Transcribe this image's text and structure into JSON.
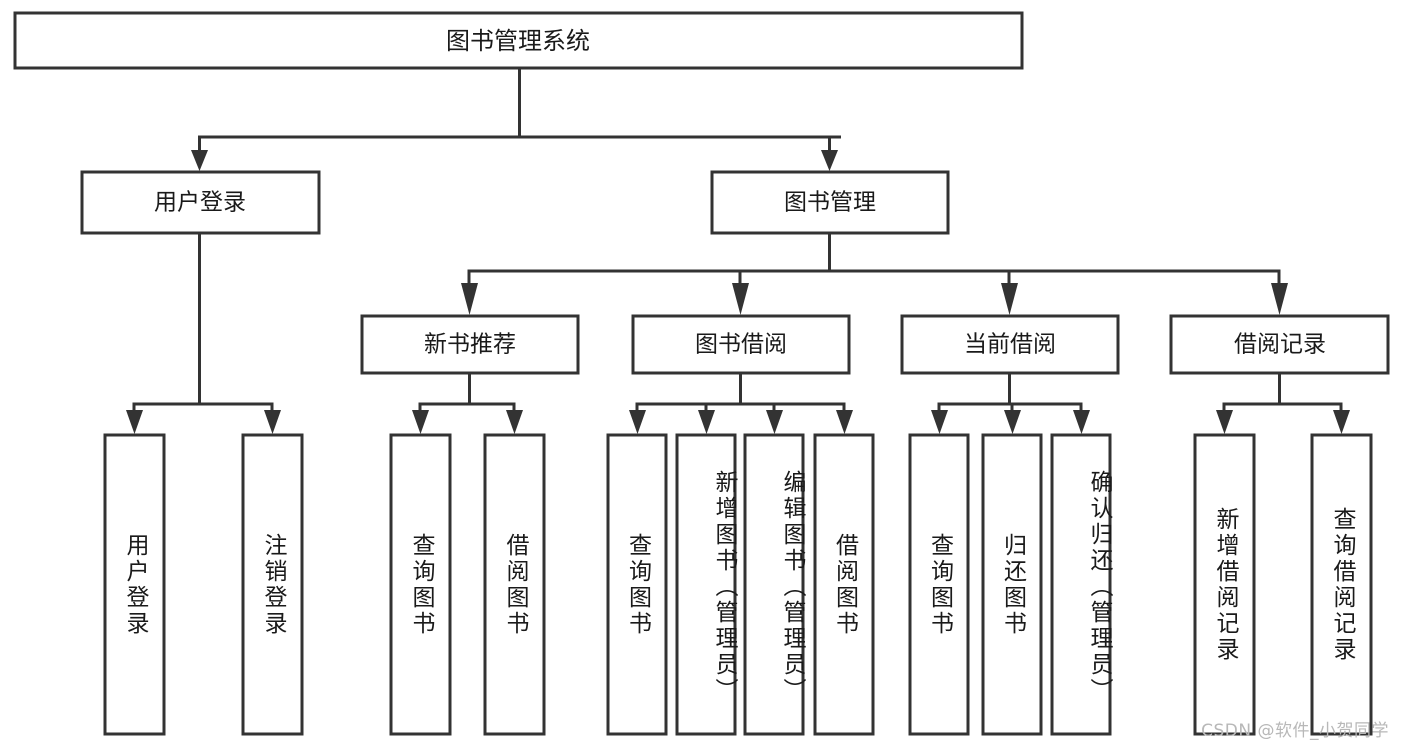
{
  "diagram": {
    "type": "tree",
    "title": "图书管理系统",
    "root": {
      "id": "root",
      "label": "图书管理系统",
      "orientation": "horizontal"
    },
    "level2": [
      {
        "id": "user-login",
        "label": "用户登录",
        "orientation": "horizontal"
      },
      {
        "id": "book-manage",
        "label": "图书管理",
        "orientation": "horizontal"
      }
    ],
    "level3": [
      {
        "id": "new-book-recommend",
        "label": "新书推荐",
        "parent": "book-manage",
        "orientation": "horizontal"
      },
      {
        "id": "book-borrow",
        "label": "图书借阅",
        "parent": "book-manage",
        "orientation": "horizontal"
      },
      {
        "id": "current-borrow",
        "label": "当前借阅",
        "parent": "book-manage",
        "orientation": "horizontal"
      },
      {
        "id": "borrow-record",
        "label": "借阅记录",
        "parent": "book-manage",
        "orientation": "horizontal"
      }
    ],
    "leaves": [
      {
        "id": "leaf-user-login",
        "label": "用户登录",
        "parent": "user-login",
        "orientation": "vertical"
      },
      {
        "id": "leaf-logout-login",
        "label": "注销登录",
        "parent": "user-login",
        "orientation": "vertical"
      },
      {
        "id": "leaf-query-book-1",
        "label": "查询图书",
        "parent": "new-book-recommend",
        "orientation": "vertical"
      },
      {
        "id": "leaf-borrow-book-1",
        "label": "借阅图书",
        "parent": "new-book-recommend",
        "orientation": "vertical"
      },
      {
        "id": "leaf-query-book-2",
        "label": "查询图书",
        "parent": "book-borrow",
        "orientation": "vertical"
      },
      {
        "id": "leaf-add-book",
        "label": "新增图书（管理员）",
        "parent": "book-borrow",
        "orientation": "vertical"
      },
      {
        "id": "leaf-edit-book",
        "label": "编辑图书（管理员）",
        "parent": "book-borrow",
        "orientation": "vertical"
      },
      {
        "id": "leaf-borrow-book-2",
        "label": "借阅图书",
        "parent": "book-borrow",
        "orientation": "vertical"
      },
      {
        "id": "leaf-query-book-3",
        "label": "查询图书",
        "parent": "current-borrow",
        "orientation": "vertical"
      },
      {
        "id": "leaf-return-book",
        "label": "归还图书",
        "parent": "current-borrow",
        "orientation": "vertical"
      },
      {
        "id": "leaf-confirm-return",
        "label": "确认归还（管理员）",
        "parent": "current-borrow",
        "orientation": "vertical"
      },
      {
        "id": "leaf-add-record",
        "label": "新增借阅记录",
        "parent": "borrow-record",
        "orientation": "vertical"
      },
      {
        "id": "leaf-query-record",
        "label": "查询借阅记录",
        "parent": "borrow-record",
        "orientation": "vertical"
      }
    ],
    "colors": {
      "box_fill": "#ffffff",
      "box_stroke": "#333333",
      "text": "#1a1a1a",
      "background": "#ffffff",
      "watermark": "#b8b8b8"
    }
  },
  "watermark": {
    "text": "CSDN @软件_小贺同学"
  }
}
